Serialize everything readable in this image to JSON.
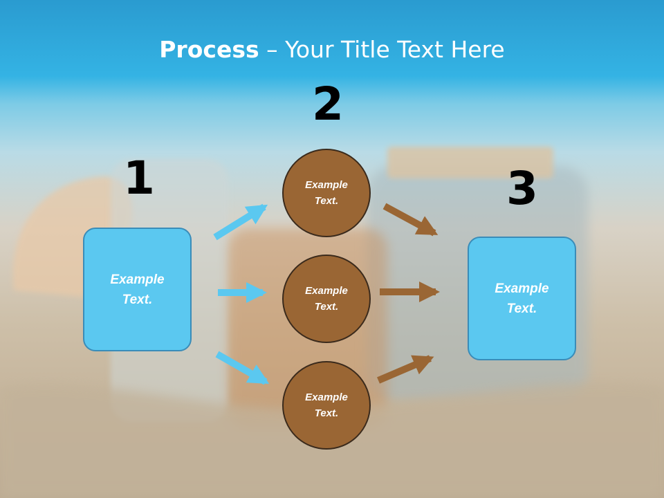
{
  "title": {
    "bold": "Process",
    "rest": " – Your Title Text Here"
  },
  "steps": {
    "one": "1",
    "two": "2",
    "three": "3"
  },
  "nodes": {
    "left_box": [
      "Example",
      "Text."
    ],
    "circle_top": [
      "Example",
      "Text."
    ],
    "circle_mid": [
      "Example",
      "Text."
    ],
    "circle_bottom": [
      "Example",
      "Text."
    ],
    "right_box": [
      "Example",
      "Text."
    ]
  },
  "colors": {
    "box": "#5bc8f0",
    "circle": "#9a6634",
    "arrow_blue": "#5bc8f0",
    "arrow_brown": "#9a6634"
  }
}
